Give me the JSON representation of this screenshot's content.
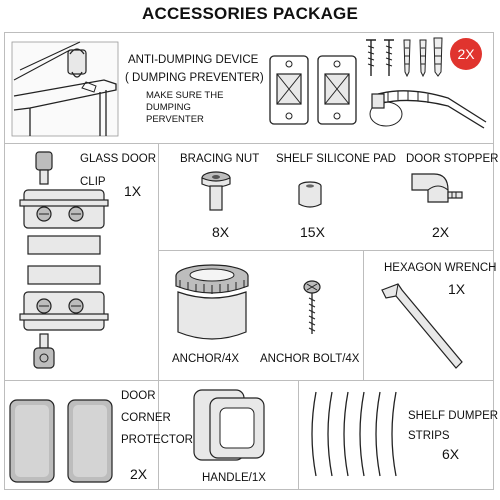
{
  "header": {
    "title": "ACCESSORIES PACKAGE"
  },
  "anti_dumping": {
    "line1": "ANTI-DUMPING DEVICE",
    "line2": "( DUMPING PREVENTER)",
    "note1": "MAKE SURE THE",
    "note2": "DUMPING",
    "note3": "PERVENTER",
    "qty": "2X",
    "badge_color": "#e0342e"
  },
  "glass_door_clip": {
    "line1": "GLASS DOOR",
    "line2": "CLIP",
    "qty": "1X"
  },
  "bracing_nut": {
    "label": "BRACING NUT",
    "qty": "8X"
  },
  "shelf_silicone_pad": {
    "label": "SHELF SILICONE PAD",
    "qty": "15X"
  },
  "door_stopper": {
    "label": "DOOR STOPPER",
    "qty": "2X"
  },
  "anchor": {
    "label": "ANCHOR/4X"
  },
  "anchor_bolt": {
    "label": "ANCHOR BOLT/4X"
  },
  "hexagon_wrench": {
    "label": "HEXAGON WRENCH",
    "qty": "1X"
  },
  "door_corner_protector": {
    "line1": "DOOR",
    "line2": "CORNER",
    "line3": "PROTECTOR",
    "qty": "2X"
  },
  "handle": {
    "label": "HANDLE/1X"
  },
  "shelf_dumper_strips": {
    "line1": "SHELF DUMPER",
    "line2": "STRIPS",
    "qty": "6X"
  }
}
